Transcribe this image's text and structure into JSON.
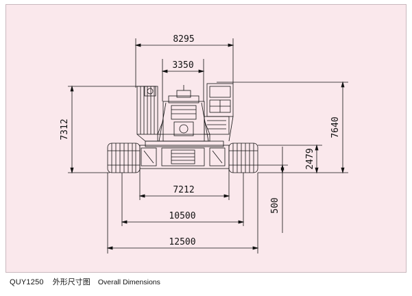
{
  "caption": {
    "model": "QUY1250",
    "title_cn": "外形尺寸图",
    "title_en": "Overall Dimensions"
  },
  "dimensions": {
    "overall_width": "8295",
    "upper_width": "3350",
    "left_height": "7312",
    "right_height": "7640",
    "body_height": "2479",
    "track_gauge_inner": "7212",
    "track_span": "10500",
    "overall_track_width": "12500",
    "ground_clearance": "500"
  },
  "colors": {
    "background": "#fae8ec",
    "line": "#111111"
  }
}
